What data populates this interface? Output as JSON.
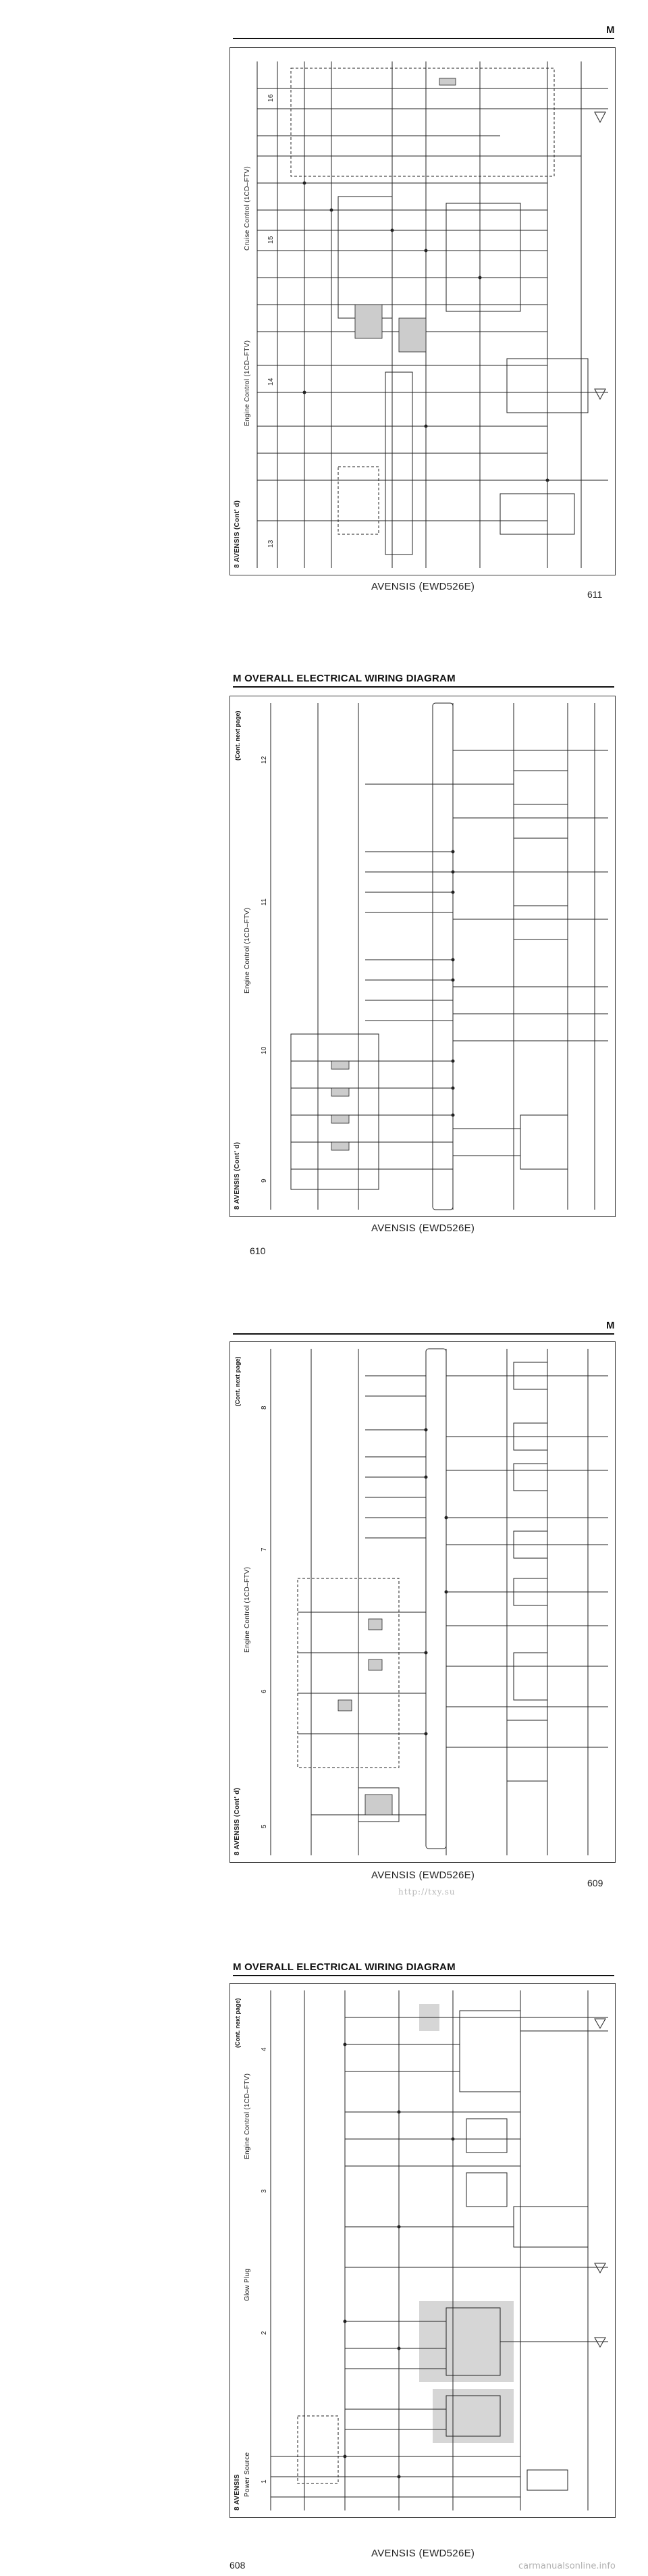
{
  "pages": [
    {
      "id": "p611",
      "header_letter": "M",
      "title": "",
      "footer_model": "AVENSIS (EWD526E)",
      "page_number": "611",
      "side_section": "8  AVENSIS (Cont' d)",
      "systems": [
        "Engine Control (1CD–FTV)",
        "Cruise Control (1CD–FTV)"
      ],
      "cont_label": "",
      "column_numbers": [
        "13",
        "14",
        "15",
        "16"
      ]
    },
    {
      "id": "p610",
      "header_letter": "",
      "title": "M  OVERALL ELECTRICAL WIRING DIAGRAM",
      "footer_model": "AVENSIS (EWD526E)",
      "page_number": "610",
      "side_section": "8  AVENSIS (Cont' d)",
      "systems": [
        "Engine Control (1CD–FTV)"
      ],
      "cont_label": "(Cont.  next page)",
      "column_numbers": [
        "9",
        "10",
        "11",
        "12"
      ]
    },
    {
      "id": "p609",
      "header_letter": "M",
      "title": "",
      "footer_model": "AVENSIS (EWD526E)",
      "page_number": "609",
      "side_section": "8  AVENSIS (Cont' d)",
      "systems": [
        "Engine Control (1CD–FTV)"
      ],
      "cont_label": "(Cont.  next page)",
      "column_numbers": [
        "5",
        "6",
        "7",
        "8"
      ],
      "watermark": "http://txy.su"
    },
    {
      "id": "p608",
      "header_letter": "",
      "title": "M  OVERALL ELECTRICAL WIRING DIAGRAM",
      "footer_model": "AVENSIS (EWD526E)",
      "page_number": "608",
      "side_section": "8  AVENSIS",
      "systems": [
        "Power Source",
        "Glow Plug",
        "Engine Control (1CD–FTV)"
      ],
      "cont_label": "(Cont.  next page)",
      "column_numbers": [
        "1",
        "2",
        "3",
        "4"
      ],
      "site_watermark": "carmanualsonline.info"
    }
  ]
}
